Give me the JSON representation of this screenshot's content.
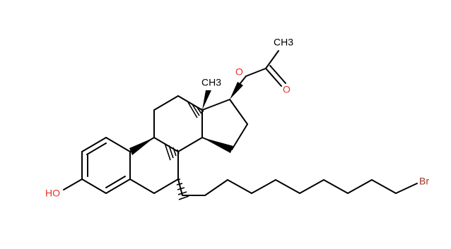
{
  "molecule": {
    "atom_labels": {
      "acetyl_methyl": "CH3",
      "ester_oxygen": "O",
      "carbonyl_oxygen": "O",
      "angular_methyl": "CH3",
      "hydroxyl": "HO",
      "bromine": "Br"
    }
  },
  "colors": {
    "bond": "#000000",
    "oxygen": "#e8302c",
    "bromine": "#9a3324",
    "carbon_label": "#000000"
  }
}
